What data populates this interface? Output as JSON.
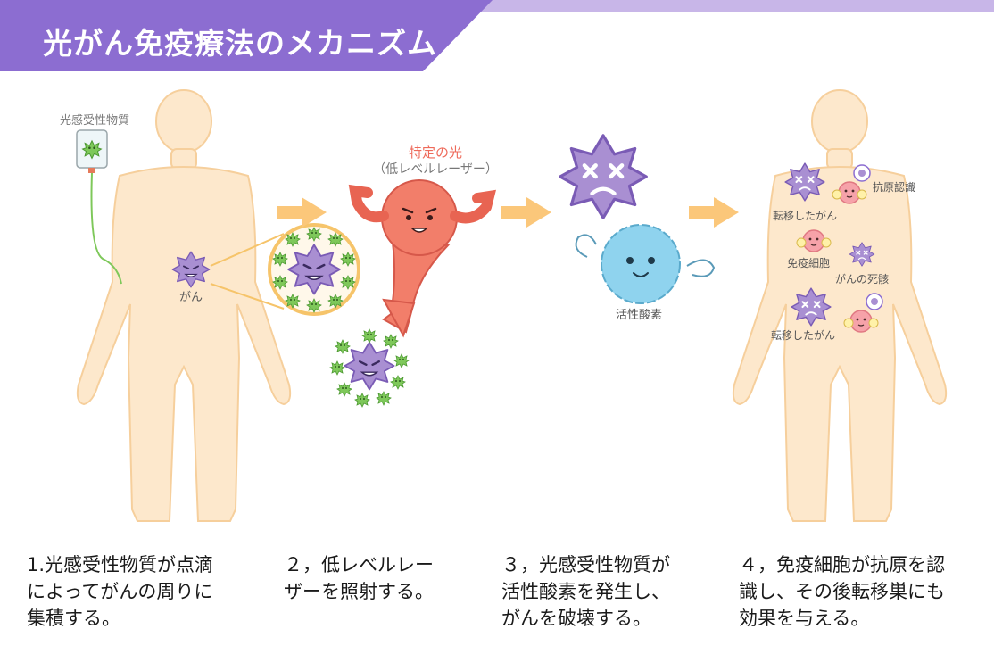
{
  "title": "光がん免疫療法のメカニズム",
  "colors": {
    "banner": "#8c6dd1",
    "banner_light": "#c8b6e8",
    "body_fill": "#fde8cc",
    "body_stroke": "#f6cf9c",
    "arrow": "#fbc77a",
    "cancer": "#a98fd2",
    "drug": "#7ec85a",
    "laser": "#f27e6a",
    "oxygen": "#8fd3ee",
    "immune_cell": "#f6a2a9"
  },
  "labels": {
    "photosensitizer": "光感受性物質",
    "cancer": "がん",
    "special_light": "特定の光",
    "low_level_laser": "（低レベルレーザー）",
    "active_oxygen": "活性酸素",
    "antigen_recognition": "抗原認識",
    "metastatic_cancer_1": "転移したがん",
    "immune_cell": "免疫細胞",
    "dead_cancer": "がんの死骸",
    "metastatic_cancer_2": "転移したがん"
  },
  "steps": [
    "1.光感受性物質が点滴\nによってがんの周りに\n集積する。",
    "２，低レベルレー\nザーを照射する。",
    "３，光感受性物質が\n活性酸素を発生し、\nがんを破壊する。",
    "４，免疫細胞が抗原を認\n識し、その後転移巣にも\n効果を与える。"
  ]
}
